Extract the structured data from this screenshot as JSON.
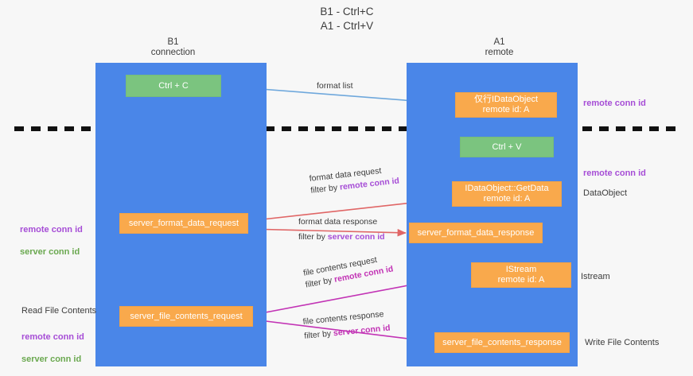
{
  "title": "B1 - Ctrl+C\nA1 - Ctrl+V",
  "colors": {
    "lane": "#4a86e8",
    "green_box": "#7bc47f",
    "orange_box": "#f9a94c",
    "purple_text": "#a64dd6",
    "green_text": "#6aa84f",
    "blue_arrow": "#6fa8dc",
    "red_arrow": "#e06666",
    "magenta_arrow": "#c233b5",
    "divider": "#000000",
    "background": "#f7f7f7"
  },
  "lanes": [
    {
      "name": "B1",
      "subtitle": "connection",
      "title": "B1\nconnection"
    },
    {
      "name": "A1",
      "subtitle": "remote",
      "title": "A1\nremote"
    }
  ],
  "boxes": {
    "ctrl_c": "Ctrl + C",
    "ctrl_v": "Ctrl + V",
    "idataobject_remote": "仅行IDataObject\nremote id: A",
    "getdata": "IDataObject::GetData\nremote id: A",
    "server_format_data_request": "server_format_data_request",
    "server_format_data_response": "server_format_data_response",
    "istream": "IStream\nremote id: A",
    "server_file_contents_request": "server_file_contents_request",
    "server_file_contents_response": "server_file_contents_response"
  },
  "edge_labels": {
    "format_list": "format list",
    "format_data_request": "format data request",
    "format_data_request_filter_prefix": "filter by ",
    "format_data_request_filter_value": "remote conn id",
    "format_data_response": "format data response",
    "format_data_response_filter_prefix": "filter by ",
    "format_data_response_filter_value": "server conn id",
    "file_contents_request": "file contents request",
    "file_contents_request_filter_prefix": "filter by ",
    "file_contents_request_filter_value": "remote conn id",
    "file_contents_response": "file contents response",
    "file_contents_response_filter_prefix": "filter by ",
    "file_contents_response_filter_value": "server conn id"
  },
  "annotations": {
    "right_remote_conn_id_top": "remote conn id",
    "right_remote_conn_id_mid": "remote conn id",
    "right_dataobject": "DataObject",
    "right_istream": "Istream",
    "right_write_file_contents": "Write File Contents",
    "left_remote_conn_id": "remote conn id",
    "left_server_conn_id": "server conn id",
    "left_read_file_contents": "Read File Contents",
    "left_remote_conn_id_2": "remote conn id",
    "left_server_conn_id_2": "server conn id"
  }
}
